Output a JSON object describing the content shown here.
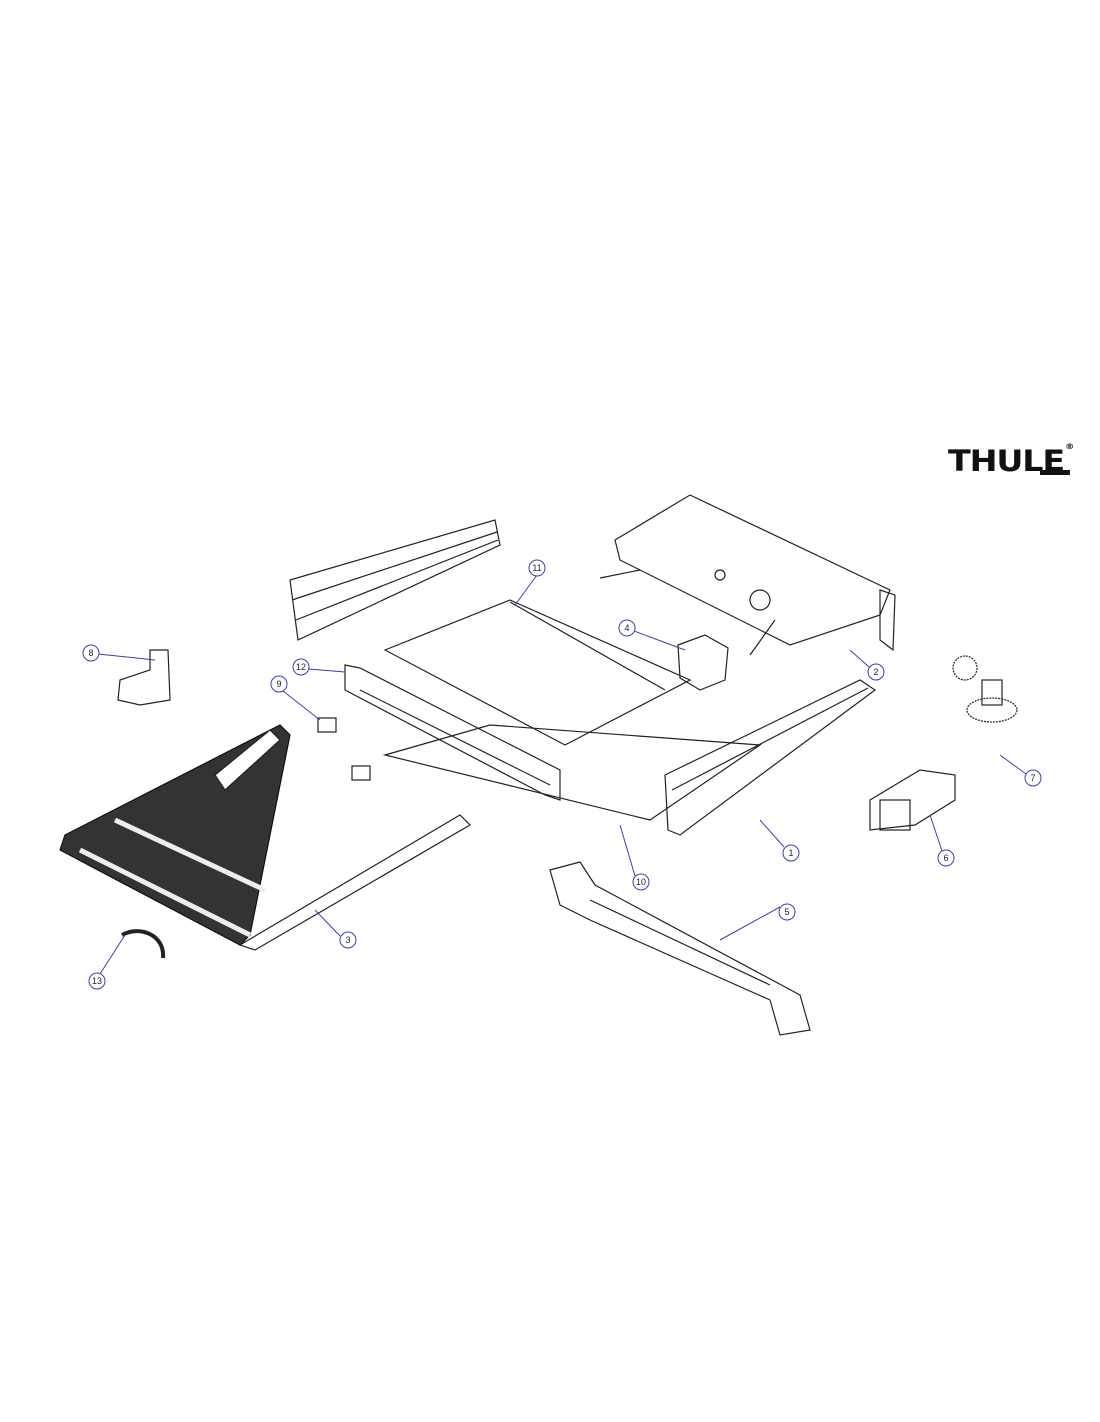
{
  "logo": {
    "text": "THULE",
    "mark": "®"
  },
  "callouts": [
    {
      "label": "1"
    },
    {
      "label": "2"
    },
    {
      "label": "3"
    },
    {
      "label": "4"
    },
    {
      "label": "5"
    },
    {
      "label": "6"
    },
    {
      "label": "7"
    },
    {
      "label": "8"
    },
    {
      "label": "9"
    },
    {
      "label": "10"
    },
    {
      "label": "11"
    },
    {
      "label": "12"
    },
    {
      "label": "13"
    }
  ],
  "colors": {
    "callout": "#3a3fb0",
    "line": "#222222"
  }
}
